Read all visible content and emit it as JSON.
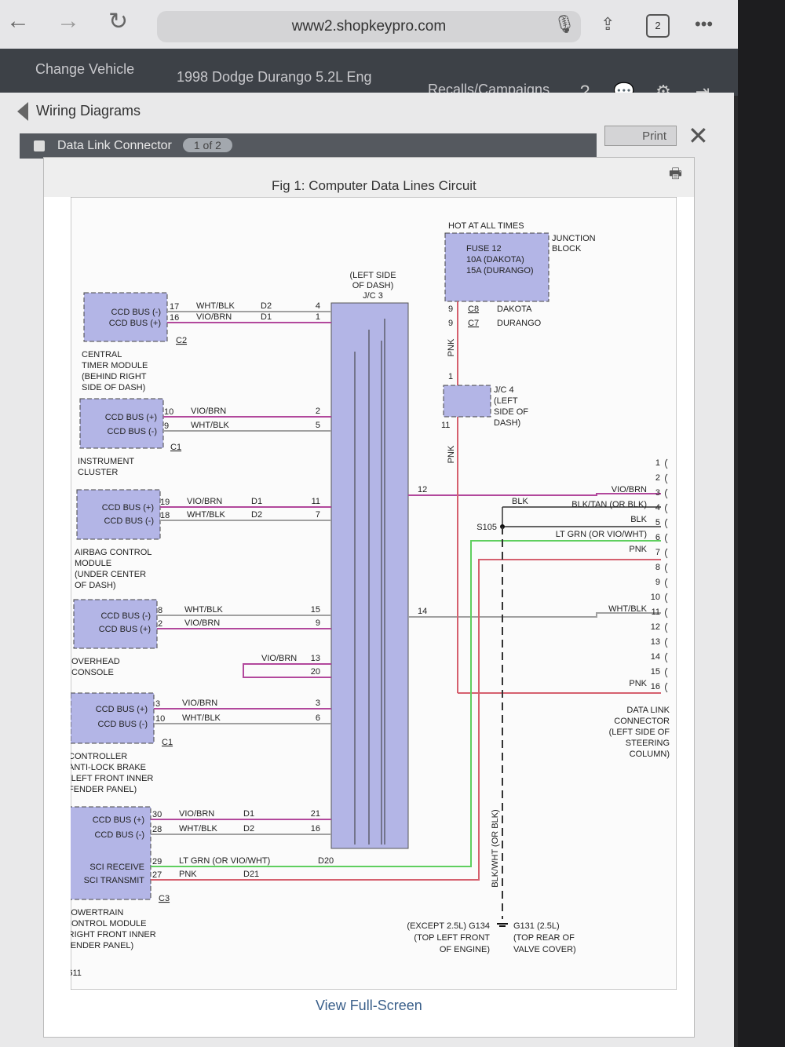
{
  "browser": {
    "url": "www2.shopkeypro.com",
    "tab_count": "2",
    "back": "←",
    "forward": "→",
    "reload": "↻",
    "more": "•••"
  },
  "appbar": {
    "change_vehicle": "Change Vehicle",
    "vehicle": "1998 Dodge Durango 5.2L Eng",
    "recalls": "Recalls/Campaigns",
    "icons": [
      {
        "name": "training",
        "label": "TRAINING",
        "glyph": "?"
      },
      {
        "name": "contact",
        "label": "CONTACT",
        "glyph": "💬"
      },
      {
        "name": "settings",
        "label": "SETTINGS",
        "glyph": "⚙"
      },
      {
        "name": "logout",
        "label": "LOGOUT",
        "glyph": "⇥"
      }
    ]
  },
  "panel": {
    "breadcrumb": "Wiring Diagrams",
    "print": "Print",
    "section": "Data Link Connector",
    "page_badge": "1 of 2",
    "figure_title": "Fig 1: Computer Data Lines Circuit",
    "view_fullscreen": "View Full-Screen"
  },
  "colors": {
    "vio_brn": "#b2489c",
    "wht_blk": "#a0a0a0",
    "pnk": "#d5606e",
    "lt_grn": "#5fcf5f",
    "blk": "#333333",
    "module_fill": "#b3b5e6"
  },
  "diagram": {
    "diagram_id": "101611",
    "jc3_label": [
      "(LEFT SIDE",
      "OF DASH)",
      "J/C 3"
    ],
    "modules": [
      {
        "name": "CENTRAL TIMER MODULE",
        "desc": [
          "CENTRAL",
          "TIMER MODULE",
          "(BEHIND RIGHT",
          "SIDE OF DASH)"
        ],
        "connector": "C2",
        "pins": [
          {
            "label": "CCD BUS (-)",
            "pin": "17",
            "wire": "WHT/BLK",
            "circuit": "D2",
            "jc_pin": "4",
            "color": "wht_blk"
          },
          {
            "label": "CCD BUS (+)",
            "pin": "16",
            "wire": "VIO/BRN",
            "circuit": "D1",
            "jc_pin": "1",
            "color": "vio_brn"
          }
        ]
      },
      {
        "name": "INSTRUMENT CLUSTER",
        "desc": [
          "INSTRUMENT",
          "CLUSTER"
        ],
        "connector": "C1",
        "pins": [
          {
            "label": "CCD BUS (+)",
            "pin": "10",
            "wire": "VIO/BRN",
            "circuit": "",
            "jc_pin": "2",
            "color": "vio_brn"
          },
          {
            "label": "CCD BUS (-)",
            "pin": "9",
            "wire": "WHT/BLK",
            "circuit": "",
            "jc_pin": "5",
            "color": "wht_blk"
          }
        ]
      },
      {
        "name": "AIRBAG CONTROL MODULE",
        "desc": [
          "AIRBAG CONTROL",
          "MODULE",
          "(UNDER CENTER",
          "OF DASH)"
        ],
        "connector": "",
        "pins": [
          {
            "label": "CCD BUS (+)",
            "pin": "19",
            "wire": "VIO/BRN",
            "circuit": "D1",
            "jc_pin": "11",
            "color": "vio_brn"
          },
          {
            "label": "CCD BUS (-)",
            "pin": "18",
            "wire": "WHT/BLK",
            "circuit": "D2",
            "jc_pin": "7",
            "color": "wht_blk"
          }
        ]
      },
      {
        "name": "OVERHEAD CONSOLE",
        "desc": [
          "OVERHEAD",
          "CONSOLE"
        ],
        "connector": "",
        "pins": [
          {
            "label": "CCD BUS (-)",
            "pin": "8",
            "wire": "WHT/BLK",
            "circuit": "",
            "jc_pin": "15",
            "color": "wht_blk"
          },
          {
            "label": "CCD BUS (+)",
            "pin": "2",
            "wire": "VIO/BRN",
            "circuit": "",
            "jc_pin": "9",
            "color": "vio_brn"
          }
        ]
      },
      {
        "name": "CONTROLLER ANTI-LOCK BRAKE",
        "desc": [
          "CONTROLLER",
          "ANTI-LOCK BRAKE",
          "(LEFT FRONT INNER",
          "FENDER PANEL)"
        ],
        "connector": "C1",
        "pins": [
          {
            "label": "CCD BUS (+)",
            "pin": "3",
            "wire": "VIO/BRN",
            "circuit": "",
            "jc_pin": "3",
            "color": "vio_brn"
          },
          {
            "label": "CCD BUS (-)",
            "pin": "10",
            "wire": "WHT/BLK",
            "circuit": "",
            "jc_pin": "6",
            "color": "wht_blk"
          }
        ]
      },
      {
        "name": "POWERTRAIN CONTROL MODULE",
        "desc": [
          "POWERTRAIN",
          "CONTROL MODULE",
          "(RIGHT FRONT INNER",
          "FENDER PANEL)"
        ],
        "connector": "C3",
        "pins": [
          {
            "label": "CCD BUS (+)",
            "pin": "30",
            "wire": "VIO/BRN",
            "circuit": "D1",
            "jc_pin": "21",
            "color": "vio_brn"
          },
          {
            "label": "CCD BUS (-)",
            "pin": "28",
            "wire": "WHT/BLK",
            "circuit": "D2",
            "jc_pin": "16",
            "color": "wht_blk"
          },
          {
            "label": "SCI RECEIVE",
            "pin": "29",
            "wire": "LT GRN (OR VIO/WHT)",
            "circuit": "D20",
            "jc_pin": "",
            "color": "lt_grn"
          },
          {
            "label": "SCI TRANSMIT",
            "pin": "27",
            "wire": "PNK",
            "circuit": "D21",
            "jc_pin": "",
            "color": "pnk"
          }
        ]
      }
    ],
    "jumper": {
      "wire": "VIO/BRN",
      "pins": [
        "13",
        "20"
      ]
    },
    "jc3_outputs": [
      {
        "pin": "12",
        "to_dlc": "3",
        "color": "vio_brn"
      },
      {
        "pin": "14",
        "to_dlc": "11",
        "color": "wht_blk"
      }
    ],
    "junction_block": {
      "hot": "HOT AT ALL TIMES",
      "label": [
        "JUNCTION",
        "BLOCK"
      ],
      "fuse": [
        "FUSE 12",
        "10A  (DAKOTA)",
        "15A  (DURANGO)"
      ],
      "connectors": [
        {
          "pin": "9",
          "conn": "C8",
          "model": "DAKOTA"
        },
        {
          "pin": "9",
          "conn": "C7",
          "model": "DURANGO"
        }
      ],
      "wire": "PNK"
    },
    "jc4": {
      "label": [
        "J/C 4",
        "(LEFT",
        "SIDE OF",
        "DASH)"
      ],
      "pin_in": "1",
      "pin_out": "11",
      "wire": "PNK"
    },
    "splice": "S105",
    "blk_wire": "BLK",
    "ground_wire": "BLK/WHT (OR BLK)",
    "grounds": {
      "g134": [
        "(EXCEPT 2.5L) G134",
        "(TOP LEFT FRONT",
        "OF ENGINE)"
      ],
      "g131": [
        "G131 (2.5L)",
        "(TOP REAR OF",
        "VALVE COVER)"
      ]
    },
    "dlc": {
      "label": [
        "DATA LINK",
        "CONNECTOR",
        "(LEFT SIDE OF",
        "STEERING",
        "COLUMN)"
      ],
      "pins": [
        {
          "n": "1",
          "wire": ""
        },
        {
          "n": "2",
          "wire": ""
        },
        {
          "n": "3",
          "wire": "VIO/BRN"
        },
        {
          "n": "4",
          "wire": "BLK/TAN (OR BLK)"
        },
        {
          "n": "5",
          "wire": "BLK"
        },
        {
          "n": "6",
          "wire": "LT GRN (OR VIO/WHT)"
        },
        {
          "n": "7",
          "wire": "PNK"
        },
        {
          "n": "8",
          "wire": ""
        },
        {
          "n": "9",
          "wire": ""
        },
        {
          "n": "10",
          "wire": ""
        },
        {
          "n": "11",
          "wire": "WHT/BLK"
        },
        {
          "n": "12",
          "wire": ""
        },
        {
          "n": "13",
          "wire": ""
        },
        {
          "n": "14",
          "wire": ""
        },
        {
          "n": "15",
          "wire": ""
        },
        {
          "n": "16",
          "wire": "PNK"
        }
      ]
    }
  }
}
